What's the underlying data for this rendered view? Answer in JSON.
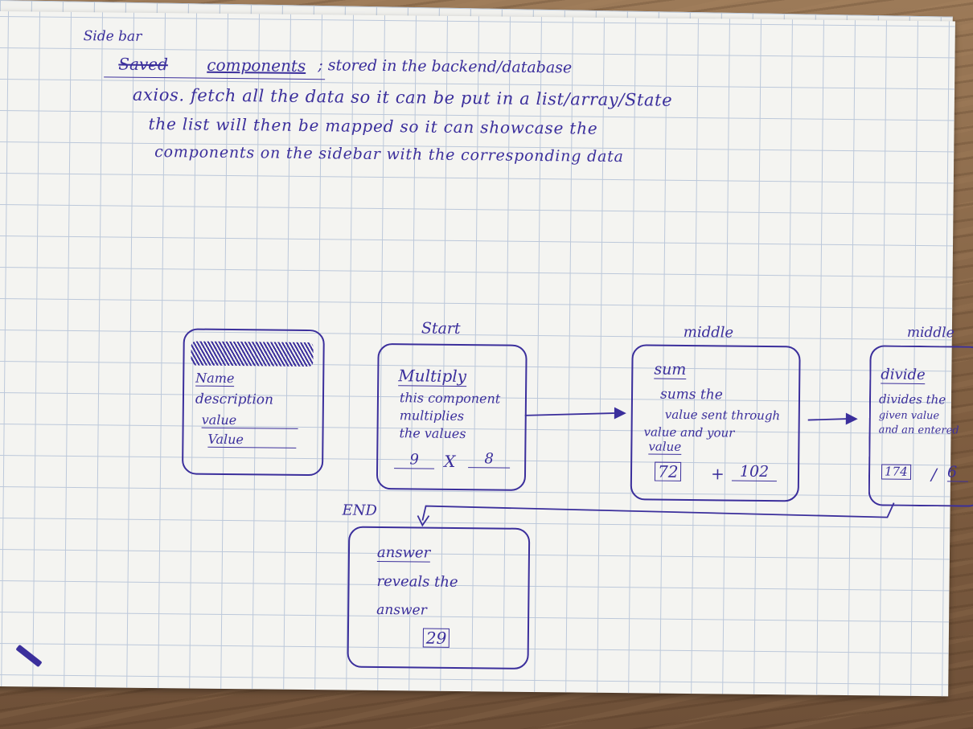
{
  "notes": {
    "heading": "Side bar",
    "line1_struck": "Saved",
    "line1_underlined": "components",
    "line1_rest": "; stored in the backend/database",
    "line2": "axios. fetch all the data so it can be put in a list/array/State",
    "line3": "the list will then be mapped so it can showcase the",
    "line4": "components on the sidebar with the corresponding data"
  },
  "template_card": {
    "name": "Name",
    "description": "description",
    "value1": "value",
    "value2": "Value"
  },
  "start": {
    "label": "Start",
    "title": "Multiply",
    "desc1": "this component",
    "desc2": "multiplies",
    "desc3": "the values",
    "a": "9",
    "op": "X",
    "b": "8"
  },
  "middle1": {
    "label": "middle",
    "title": "sum",
    "desc1": "sums the",
    "desc2": "value sent through",
    "desc3": "value and your",
    "desc4": "value",
    "a": "72",
    "op": "+",
    "b": "102"
  },
  "middle2": {
    "label": "middle",
    "title": "divide",
    "desc1": "divides the",
    "desc2": "given value",
    "desc3": "and an entered",
    "a": "174",
    "op": "/",
    "b": "6"
  },
  "end": {
    "label": "END",
    "title": "answer",
    "desc1": "reveals the",
    "desc2": "answer",
    "result": "29"
  },
  "colors": {
    "ink": "#3b2f9c",
    "paper": "#f4f4f1",
    "grid": "#bcc8da",
    "desk": "#8a6a4c"
  }
}
